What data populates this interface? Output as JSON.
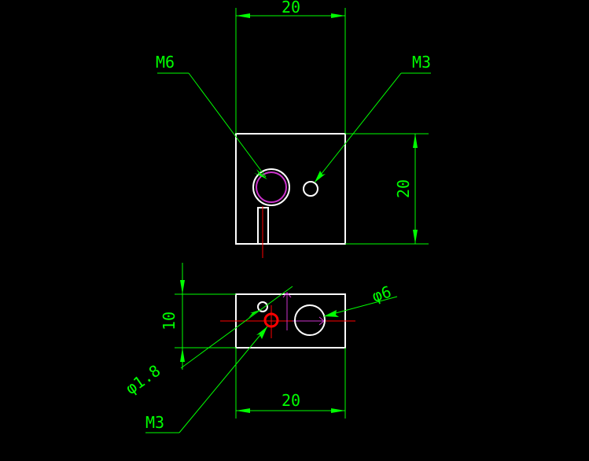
{
  "colors": {
    "background": "#000000",
    "outline": "#ffffff",
    "dimension": "#00ff00",
    "hole_m6": "#cc33cc",
    "centerline": "#ff0000"
  },
  "top_view": {
    "width_dim": "20",
    "height_dim": "20",
    "leader_left": "M6",
    "leader_right": "M3"
  },
  "front_view": {
    "height_dim": "10",
    "width_dim": "20",
    "leader_diameter_large": "φ6",
    "leader_diameter_small": "φ1.8",
    "leader_thread": "M3"
  }
}
